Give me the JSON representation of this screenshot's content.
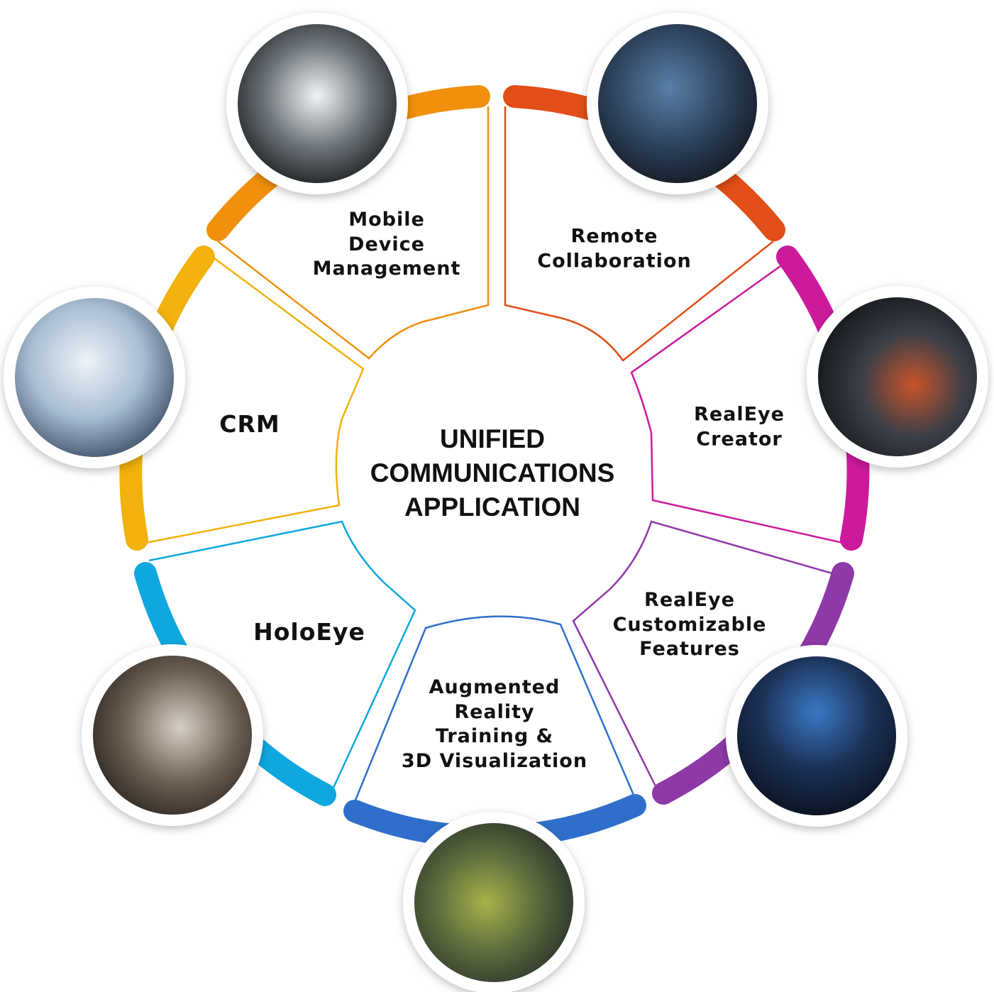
{
  "center": {
    "title": "UNIFIED\nCOMMUNICATIONS\nAPPLICATION"
  },
  "segments": [
    {
      "id": "mdm",
      "label": "Mobile\nDevice\nManagement",
      "color": "#F0900C",
      "icon": "laptop-dashboard-photo-icon"
    },
    {
      "id": "remote",
      "label": "Remote\nCollaboration",
      "color": "#E24E17",
      "icon": "field-worker-photo-icon"
    },
    {
      "id": "creator",
      "label": "RealEye\nCreator",
      "color": "#CC1A9C",
      "icon": "engineer-tablet-photo-icon"
    },
    {
      "id": "custom",
      "label": "RealEye\nCustomizable\nFeatures",
      "color": "#8E39A8",
      "icon": "control-room-photo-icon"
    },
    {
      "id": "ar",
      "label": "Augmented\nReality\nTraining &\n3D Visualization",
      "color": "#2F6FCB",
      "icon": "engine-hologram-photo-icon"
    },
    {
      "id": "holo",
      "label": "HoloEye",
      "color": "#0FA7DF",
      "icon": "team-hologram-photo-icon"
    },
    {
      "id": "crm",
      "label": "CRM",
      "color": "#F2B10C",
      "icon": "handshake-photo-icon"
    }
  ]
}
